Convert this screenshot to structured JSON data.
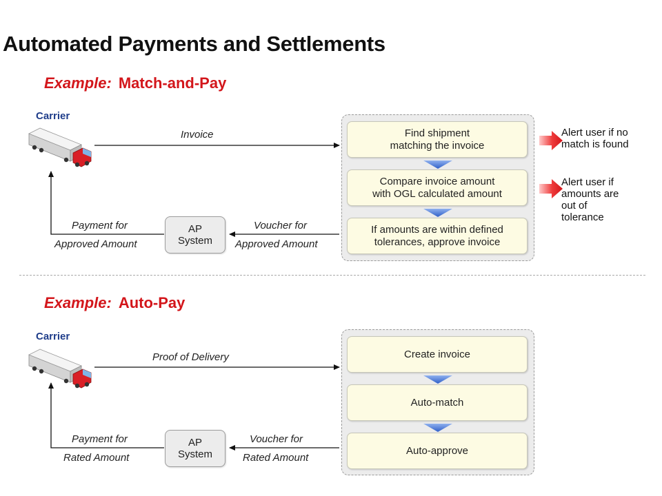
{
  "title": "Automated Payments and Settlements",
  "colors": {
    "accent_red": "#d3161b",
    "carrier_blue": "#1f3d8a",
    "chevron_blue": "#3f6fd6",
    "step_fill": "#fdfbe3"
  },
  "sections": [
    {
      "example_label": "Example:",
      "example_name": "Match-and-Pay",
      "carrier_label": "Carrier",
      "carrier_icon": "truck-icon",
      "inbound_label": "Invoice",
      "steps": [
        "Find shipment\nmatching the invoice",
        "Compare invoice amount\nwith OGL calculated amount",
        "If amounts are within defined\ntolerances, approve invoice"
      ],
      "voucher_label_line1": "Voucher for",
      "voucher_label_line2": "Approved Amount",
      "ap_system_label": "AP\nSystem",
      "payment_label_line1": "Payment for",
      "payment_label_line2": "Approved Amount",
      "alerts": [
        "Alert user if no\nmatch is found",
        "Alert user if\namounts are\nout of\ntolerance"
      ]
    },
    {
      "example_label": "Example:",
      "example_name": "Auto-Pay",
      "carrier_label": "Carrier",
      "carrier_icon": "truck-icon",
      "inbound_label": "Proof of Delivery",
      "steps": [
        "Create invoice",
        "Auto-match",
        "Auto-approve"
      ],
      "voucher_label_line1": "Voucher for",
      "voucher_label_line2": "Rated Amount",
      "ap_system_label": "AP\nSystem",
      "payment_label_line1": "Payment for",
      "payment_label_line2": "Rated Amount",
      "alerts": []
    }
  ]
}
